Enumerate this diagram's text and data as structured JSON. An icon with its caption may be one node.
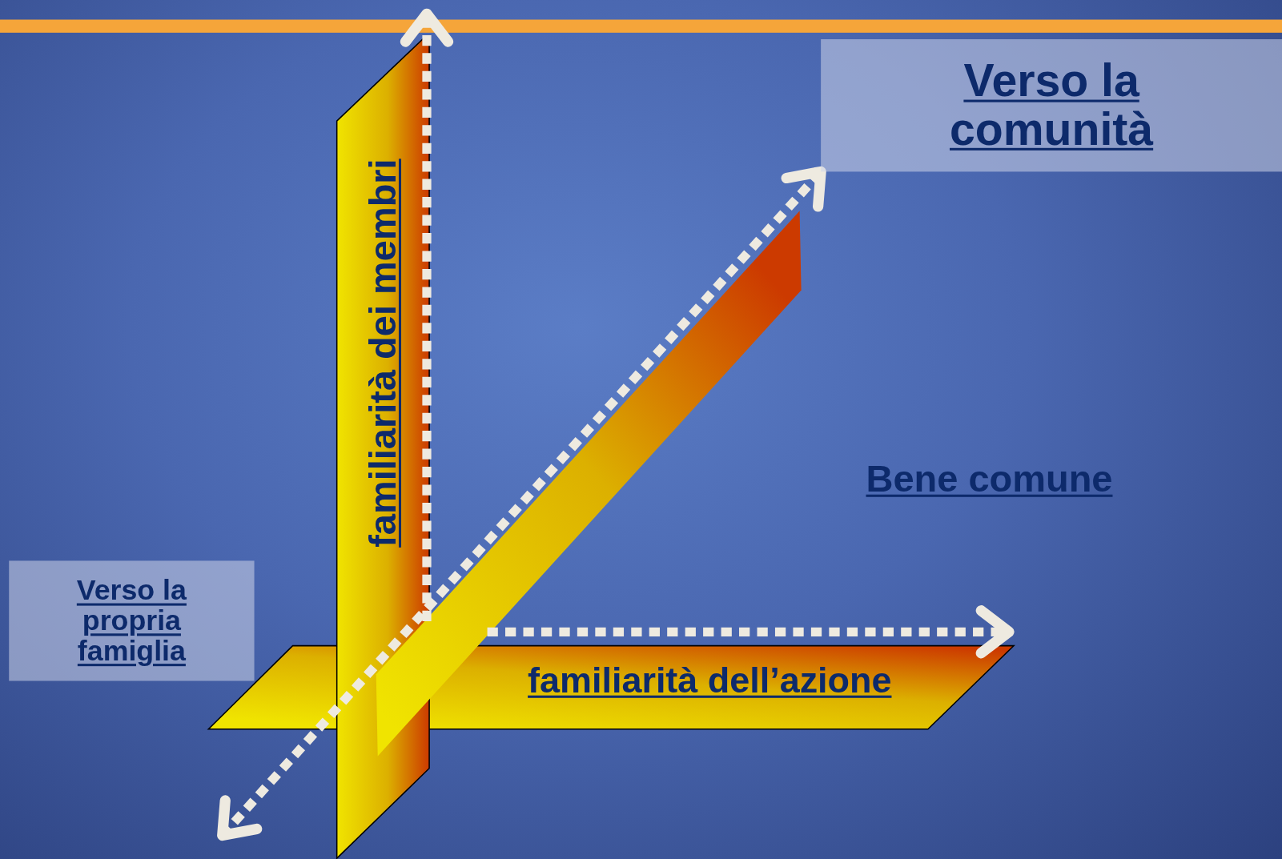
{
  "diagram": {
    "nodes": [
      {
        "text": [
          "Verso la comunità"
        ]
      },
      {
        "text": [
          "familiarità dei membri"
        ]
      },
      {
        "text": [
          "familiarità dell’azione"
        ]
      },
      {
        "text": [
          "Verso la propria famiglia"
        ]
      },
      {
        "text": [],
        "shape": "bar"
      }
    ],
    "edges": [
      {
        "from": null,
        "to": 0,
        "arrow": "both",
        "style": "dashed"
      },
      {
        "from": 1,
        "to": 4,
        "arrow": "to",
        "style": "dashed"
      }
    ],
    "labels": [
      "Bene comune"
    ]
  }
}
